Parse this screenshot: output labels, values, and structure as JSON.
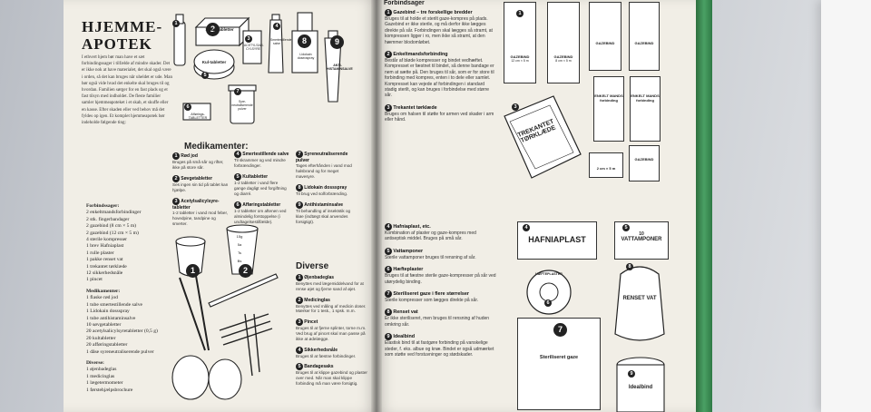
{
  "left_page": {
    "title_lines": [
      "HJEMME-",
      "APOTEK"
    ],
    "intro": "I ethvert hjem bør man have et sæt forbindingssager i tilfælde af mindre skader. Det er ikke nok at have materialet, det skal også være i orden, så det kan bruges når uheldet er ude. Man bør også vide hvad det enkelte skal bruges til og hvordan. Familien sørger for en fast plads og et fast tilsyn med indholdet. De fleste familier samler hjemmeapoteket i et skab, et skuffe eller en kasse. Efter skaden eller ved behov må det fyldes op igen. Et komplet hjemmeapotek bør indeholde følgende ting:",
    "forbinding_head": "Forbindssager:",
    "forbinding_items": [
      "2 enkeltmandsforbindinger",
      "2 stk. fingerbandager",
      "2 gazebind (8 cm × 5 m)",
      "2 gazebind (12 cm × 5 m)",
      "4 sterile kompresser",
      "1 brev Hafniaplast",
      "1 rulle plaster",
      "1 pakke renset vat",
      "1 trekantet tørklæde",
      "12 sikkerhedsnåle",
      "1 pincet"
    ],
    "medikamenter_head": "Medikamenter:",
    "medikamenter_items": [
      "1 flaske rød jod",
      "1 tube smertestillende salve",
      "1 Lidokain dossspray",
      "1 tube antihistaminsalve",
      "10 søvgetabletter",
      "20 acetylsalicylsyretabletter (0,5 g)",
      "20 kultabletter",
      "20 afføringstabletter",
      "1 dåse syreneutraliserende pulver"
    ],
    "diverse_head": "Diverse:",
    "diverse_items": [
      "1 øjenbadeglas",
      "1 medicinglas",
      "1 lægetermometer",
      "1 førstehjælpsbrochure"
    ],
    "meds_section_title": "Medikamenter:",
    "meds": [
      {
        "n": "1",
        "name": "Rød jod",
        "desc": "Bruges på små sår og rifter, ikke på store sår."
      },
      {
        "n": "2",
        "name": "Søvgetabletter",
        "desc": "Ses ingen sin tid på tablet kan hjælpe."
      },
      {
        "n": "3",
        "name": "Acetylsalicylsyre-tabletter",
        "desc": "1-2 tabletter i vand mod feber, hovedpine, tandpine og smerter."
      },
      {
        "n": "4",
        "name": "Smertestillende salve",
        "desc": "Til skrammer og ved mindre forbrændinger."
      },
      {
        "n": "5",
        "name": "Kultabletter",
        "desc": "1-2 tabletter i vand flere gange dagligt ved forgiftning og diarré."
      },
      {
        "n": "6",
        "name": "Afføringstabletter",
        "desc": "1-2 tabletter om aftenen ved almindelig forstoppelse (i undtagelsestilfælde)."
      },
      {
        "n": "7",
        "name": "Syreneutraliserende pulver",
        "desc": "Tages efterhånden i vand mod halsbrand og for meget mavesyre."
      },
      {
        "n": "8",
        "name": "Lidokain dossspray",
        "desc": "Til brug ved solforbrænding."
      },
      {
        "n": "9",
        "name": "Antihistaminsalve",
        "desc": "Til behandling af insektstik og kløe (indtægt skal anvendes forsigtigt)."
      }
    ],
    "diverse_title": "Diverse",
    "diverse": [
      {
        "n": "1",
        "name": "Øjenbadeglas",
        "desc": "Benyttes med lægemiddelvand for at rense øjet og fjerne sand af øjet."
      },
      {
        "n": "2",
        "name": "Medicinglas",
        "desc": "Benyttes ved måling af medicin doser. Mærker for 1 tesk., 1 spsk. m.m."
      },
      {
        "n": "3",
        "name": "Pincet",
        "desc": "Bruges til at fjerne splinter, torne m.m. Ved brug af pincet skal man passe på ikke at ødelægge."
      },
      {
        "n": "4",
        "name": "Sikkerhedsnåle",
        "desc": "Bruges til at fæstne forbindinger."
      },
      {
        "n": "5",
        "name": "Bandagesaks",
        "desc": "Bruges til at klippe gazebind og plaster over med. Når man skal klippe forbinding må man være forsigtig."
      }
    ],
    "pkg_labels": {
      "sov": "Søvgetabletter",
      "kul": "Kul-tabletter",
      "acetyl": "ACETYLSALI-CYLSYRE",
      "smerte": "Smertestillende salve",
      "lido": "Lidokain doseospray",
      "antihist": "ANTI-HISTAMINSALVE",
      "afforing": "Afførings-TABLETTER",
      "syre": "Syre-neutraliserende pulver",
      "glass_marks": [
        "15g",
        "5a",
        "Ts",
        "Bs"
      ]
    }
  },
  "right_page": {
    "header": "Forbindsager",
    "items_top": [
      {
        "n": "1",
        "name": "Gazebind – tre forskellige bredder",
        "desc": "Bruges til at holde et sterilt gaze-kompres på plads. Gazebind er ikke sterile, og må derfor ikke lægges direkte på sår. Forbindingen skal lægges så stramt, at kompressen ligger i ro, men ikke så stramt, at den hæmmer blodomløbet."
      },
      {
        "n": "2",
        "name": "Enkeltmandsforbinding",
        "desc": "Består af bløde kompresser og bindet vedhæftet. Kompresset er fæstnet til bindet, så denne bandage er nem at sætte på. Den bruges til sår, som er for store til forbinding med kompres, enten i to dele eller samlet. Kompresset kan vejede af forbindingen i standard stadig sterilt, og kan bruges i forbindelse med større sår."
      },
      {
        "n": "3",
        "name": "Trekantet tørklæde",
        "desc": "Bruges om halsen til støtte for armen ved skader i arm eller hånd."
      }
    ],
    "items_bottom": [
      {
        "n": "4",
        "name": "Hafniaplast, etc.",
        "desc": "Kombination af plaster og gaze-kompres med antiseptisk middel. Bruges på små sår."
      },
      {
        "n": "5",
        "name": "Vattamponer",
        "desc": "Sterile vattamponer bruges til rensning af sår."
      },
      {
        "n": "6",
        "name": "Hæfteplaster",
        "desc": "Bruges til at fæstne sterile gaze-kompresser på sår ved utørydelig binding."
      },
      {
        "n": "7",
        "name": "Steriliseret gaze i flere størrelser",
        "desc": "Sterile kompresser som lægges direkte på sår."
      },
      {
        "n": "8",
        "name": "Renset vat",
        "desc": "Er ikke steriliseret, men bruges til rensning af huden omkring sår."
      },
      {
        "n": "9",
        "name": "Idealbind",
        "desc": "Elastisk bind til at fastgøre forbinding på vanskelige steder, f. eks. albue og knæ. Bindet er også udmærket som støtte ved forstuvninger og stødskader."
      }
    ],
    "pkgs": {
      "gazebind": "GAZEBIND",
      "gaze_sizes": [
        "12 cm × 5 m",
        "8 cm × 5 m",
        "2 cm × 5 m"
      ],
      "enkelt": "ENKELT MANDS forbinding",
      "trekantet": "TREKANTET TØRKLÆDE",
      "hafniaplast": "HAFNIAPLAST",
      "vattamponer": "VATTAMPONER",
      "vattamp_count": "10",
      "haefteplaster": "HÆFTEPLASTER",
      "renset_vat": "RENSET VAT",
      "steril_gaze": "Steriliseret gaze",
      "idealbind": "Idealbind"
    }
  }
}
